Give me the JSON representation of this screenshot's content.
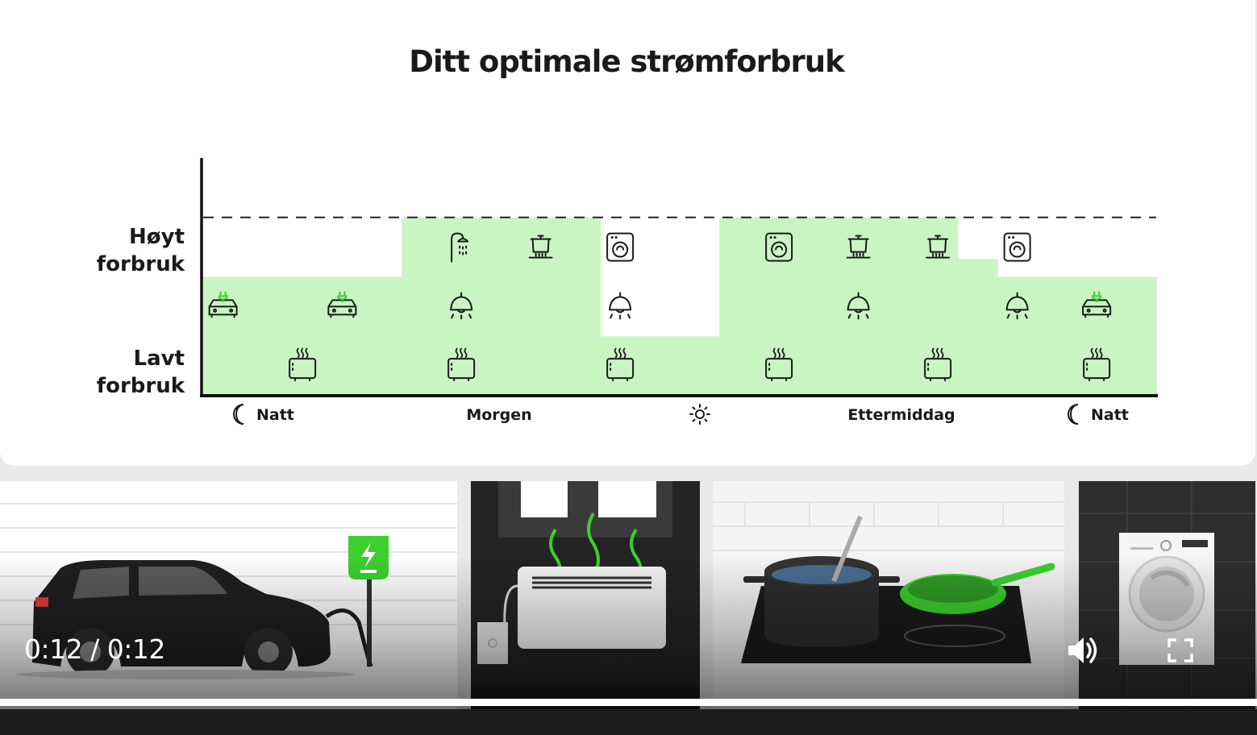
{
  "chart_data": {
    "type": "bar",
    "title": "Ditt optimale strømforbruk",
    "y_labels": {
      "high_line1": "Høyt",
      "high_line2": "forbruk",
      "low_line1": "Lavt",
      "low_line2": "forbruk"
    },
    "x_labels": {
      "night_start": "Natt",
      "morning": "Morgen",
      "afternoon": "Ettermiddag",
      "night_end": "Natt"
    },
    "x_icons": [
      "moon-icon",
      "sun-icon",
      "moon-icon"
    ],
    "ylim": [
      0,
      4
    ],
    "threshold": 3,
    "values": [
      2,
      2,
      2,
      2,
      2,
      3,
      3,
      3,
      3,
      3,
      1,
      1,
      1,
      3,
      3,
      3,
      3,
      3,
      3,
      2.3,
      2,
      2,
      2,
      2
    ],
    "appliances": [
      {
        "slot": 1,
        "level": 1,
        "icon": "car-charging-icon"
      },
      {
        "slot": 4,
        "level": 1,
        "icon": "car-charging-icon"
      },
      {
        "slot": 3,
        "level": 0,
        "icon": "heater-icon"
      },
      {
        "slot": 7,
        "level": 2,
        "icon": "shower-icon"
      },
      {
        "slot": 7,
        "level": 1,
        "icon": "lamp-icon"
      },
      {
        "slot": 7,
        "level": 0,
        "icon": "heater-icon"
      },
      {
        "slot": 9,
        "level": 2,
        "icon": "cooking-pot-icon"
      },
      {
        "slot": 11,
        "level": 2,
        "icon": "washing-machine-icon"
      },
      {
        "slot": 11,
        "level": 1,
        "icon": "lamp-icon"
      },
      {
        "slot": 11,
        "level": 0,
        "icon": "heater-icon"
      },
      {
        "slot": 15,
        "level": 2,
        "icon": "washing-machine-icon"
      },
      {
        "slot": 15,
        "level": 0,
        "icon": "heater-icon"
      },
      {
        "slot": 17,
        "level": 2,
        "icon": "cooking-pot-icon"
      },
      {
        "slot": 17,
        "level": 1,
        "icon": "lamp-icon"
      },
      {
        "slot": 19,
        "level": 2,
        "icon": "cooking-pot-icon"
      },
      {
        "slot": 19,
        "level": 0,
        "icon": "heater-icon"
      },
      {
        "slot": 21,
        "level": 2,
        "icon": "washing-machine-icon"
      },
      {
        "slot": 21,
        "level": 1,
        "icon": "lamp-icon"
      },
      {
        "slot": 23,
        "level": 1,
        "icon": "car-charging-icon"
      },
      {
        "slot": 23,
        "level": 0,
        "icon": "heater-icon"
      }
    ],
    "colors": {
      "fill": "#c9f5c3",
      "axis": "#111111",
      "threshold": "#222222"
    }
  },
  "video": {
    "current_time": "0:12",
    "separator": "/",
    "duration": "0:12",
    "progress": 1.0,
    "icons": {
      "volume": "volume-icon",
      "fullscreen": "fullscreen-icon"
    },
    "accent_color": "#3ccf2e"
  }
}
